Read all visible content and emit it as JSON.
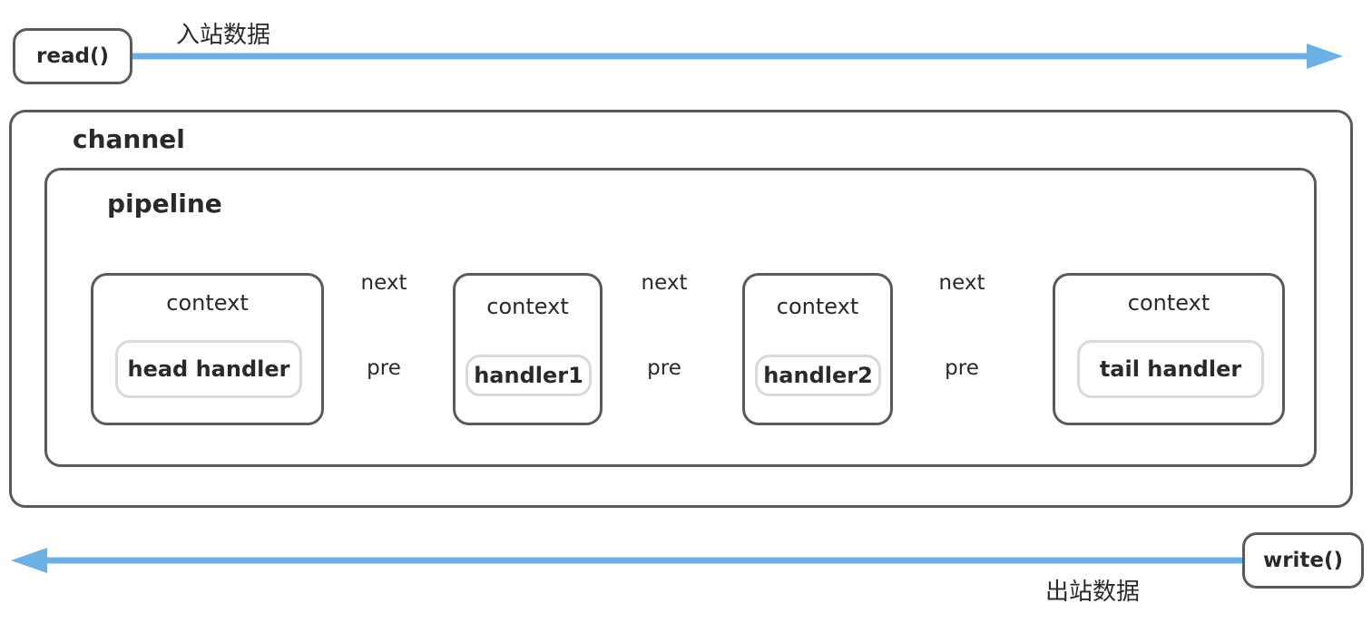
{
  "inbound": {
    "button": "read()",
    "label": "入站数据",
    "color": "#6cb0e4"
  },
  "outbound": {
    "button": "write()",
    "label": "出站数据",
    "color": "#6cb0e4"
  },
  "channel": {
    "title": "channel"
  },
  "pipeline": {
    "title": "pipeline"
  },
  "contexts": [
    {
      "label": "context",
      "handler": "head handler"
    },
    {
      "label": "context",
      "handler": "handler1"
    },
    {
      "label": "context",
      "handler": "handler2"
    },
    {
      "label": "context",
      "handler": "tail handler"
    }
  ],
  "links": [
    {
      "next": "next",
      "pre": "pre"
    },
    {
      "next": "next",
      "pre": "pre"
    },
    {
      "next": "next",
      "pre": "pre"
    }
  ],
  "colors": {
    "border": "#5a5a5a",
    "handler_border": "#d9d9d9",
    "arrow": "#5a5a5a"
  }
}
